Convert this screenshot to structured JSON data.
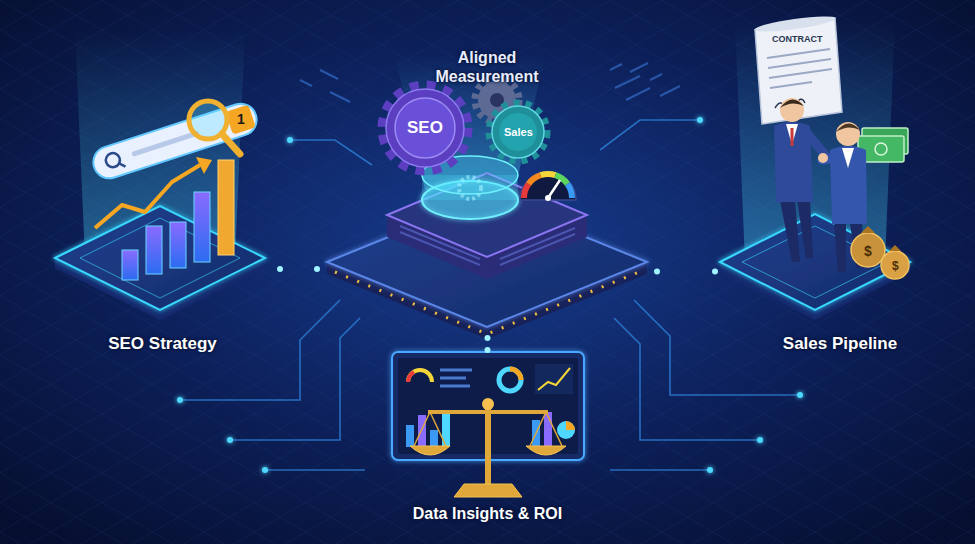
{
  "diagram": {
    "nodes": [
      {
        "text": [
          "Aligned Measurement"
        ]
      },
      {
        "text": [
          "SEO Strategy"
        ]
      },
      {
        "text": [
          "Sales Pipeline"
        ]
      },
      {
        "text": [
          "Data Insights & ROI"
        ]
      }
    ],
    "edges": [
      {
        "from": 0,
        "to": 1,
        "arrow": "none"
      },
      {
        "from": 0,
        "to": 2,
        "arrow": "none"
      },
      {
        "from": 0,
        "to": 3,
        "arrow": "none"
      }
    ],
    "labels": [
      "1",
      "SEO",
      "Sales",
      "CONTRACT",
      "$",
      "$"
    ]
  }
}
